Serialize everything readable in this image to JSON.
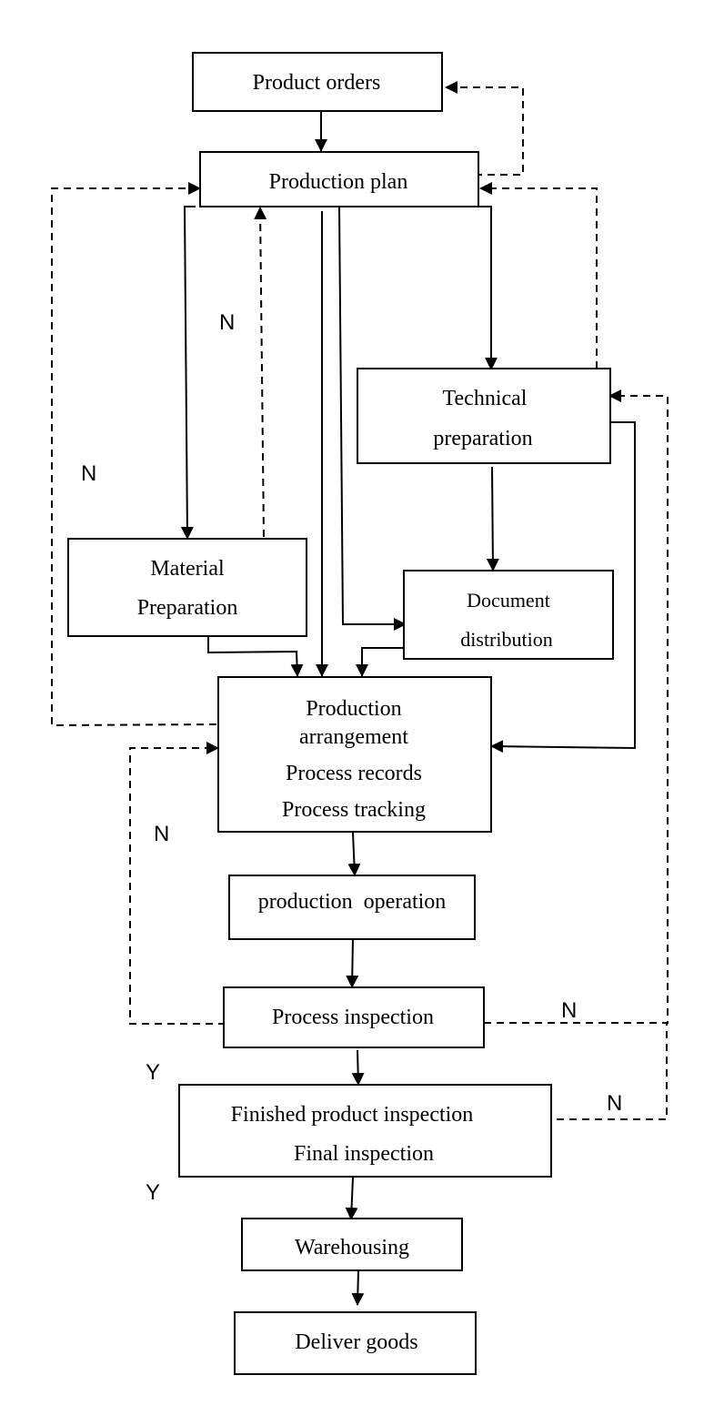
{
  "title": "Production process flowchart",
  "nodes": {
    "product_orders": {
      "lines": [
        "Product orders"
      ]
    },
    "production_plan": {
      "lines": [
        "Production plan"
      ]
    },
    "technical_preparation": {
      "lines": [
        "Technical",
        "preparation"
      ]
    },
    "material_preparation": {
      "lines": [
        "Material",
        "Preparation"
      ]
    },
    "document_distribution": {
      "lines": [
        "Document",
        "distribution"
      ]
    },
    "production_arrangement": {
      "lines": [
        "Production",
        "arrangement",
        "Process records",
        "Process tracking"
      ]
    },
    "production_operation": {
      "lines": [
        "production  operation"
      ]
    },
    "process_inspection": {
      "lines": [
        "Process inspection"
      ]
    },
    "finished_product_inspection": {
      "lines": [
        "Finished product inspection",
        "Final inspection"
      ]
    },
    "warehousing": {
      "lines": [
        "Warehousing"
      ]
    },
    "deliver_goods": {
      "lines": [
        "Deliver goods"
      ]
    }
  },
  "edge_labels": {
    "no": "N",
    "yes": "Y"
  },
  "edges": [
    {
      "from": "Product orders",
      "to": "Production plan",
      "style": "solid"
    },
    {
      "from": "Production plan",
      "to": "Product orders",
      "style": "dashed"
    },
    {
      "from": "Production plan",
      "to": "Material Preparation",
      "style": "solid"
    },
    {
      "from": "Material Preparation",
      "to": "Production plan",
      "style": "dashed",
      "label": "N"
    },
    {
      "from": "Production plan",
      "to": "Production arrangement",
      "style": "solid"
    },
    {
      "from": "Production plan",
      "to": "Document distribution",
      "style": "solid"
    },
    {
      "from": "Production plan",
      "to": "Technical preparation",
      "style": "solid"
    },
    {
      "from": "Technical preparation",
      "to": "Production plan",
      "style": "dashed"
    },
    {
      "from": "Technical preparation",
      "to": "Document distribution",
      "style": "solid"
    },
    {
      "from": "Technical preparation",
      "to": "Production arrangement",
      "style": "solid"
    },
    {
      "from": "Material Preparation",
      "to": "Production arrangement",
      "style": "solid"
    },
    {
      "from": "Document distribution",
      "to": "Production arrangement",
      "style": "solid"
    },
    {
      "from": "Production arrangement",
      "to": "Production plan",
      "style": "dashed",
      "label": "N"
    },
    {
      "from": "Production arrangement",
      "to": "production operation",
      "style": "solid"
    },
    {
      "from": "production operation",
      "to": "Process inspection",
      "style": "solid"
    },
    {
      "from": "Process inspection",
      "to": "Production arrangement",
      "style": "dashed",
      "label": "N"
    },
    {
      "from": "Process inspection",
      "to": "Technical preparation",
      "style": "dashed",
      "label": "N"
    },
    {
      "from": "Process inspection",
      "to": "Finished product inspection",
      "style": "solid",
      "label": "Y"
    },
    {
      "from": "Finished product inspection",
      "to": "Technical preparation",
      "style": "dashed",
      "label": "N"
    },
    {
      "from": "Finished product inspection",
      "to": "Warehousing",
      "style": "solid",
      "label": "Y"
    },
    {
      "from": "Warehousing",
      "to": "Deliver goods",
      "style": "solid"
    }
  ]
}
